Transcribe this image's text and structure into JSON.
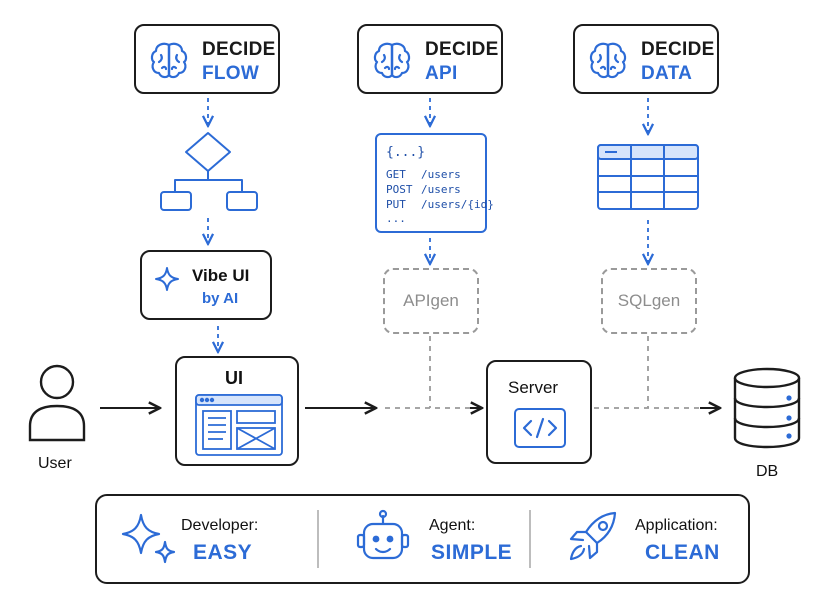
{
  "decide_boxes": [
    {
      "keyword": "DECIDE",
      "value": "FLOW"
    },
    {
      "keyword": "DECIDE",
      "value": "API"
    },
    {
      "keyword": "DECIDE",
      "value": "DATA"
    }
  ],
  "api_spec": {
    "braces": "{...}",
    "lines": [
      {
        "method": "GET",
        "path": "/users"
      },
      {
        "method": "POST",
        "path": "/users"
      },
      {
        "method": "PUT",
        "path": "/users/{id}"
      }
    ],
    "ellipsis": "..."
  },
  "vibe_ui": {
    "title": "Vibe UI",
    "subtitle": "by AI"
  },
  "generators": {
    "api": "APIgen",
    "sql": "SQLgen"
  },
  "nodes": {
    "user": "User",
    "ui": "UI",
    "server": "Server",
    "db": "DB"
  },
  "summary": [
    {
      "role": "Developer:",
      "quality": "EASY"
    },
    {
      "role": "Agent:",
      "quality": "SIMPLE"
    },
    {
      "role": "Application:",
      "quality": "CLEAN"
    }
  ],
  "colors": {
    "accent": "#2c6bd6",
    "ink": "#1c1c1c",
    "muted": "#9a9a9a"
  }
}
